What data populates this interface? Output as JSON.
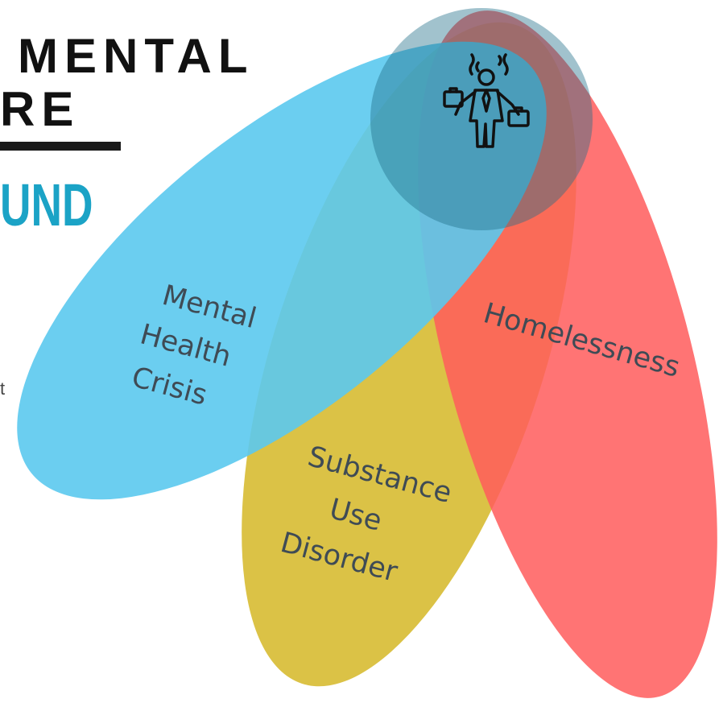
{
  "heading": {
    "line1": "MENTAL",
    "line2": "RE"
  },
  "subheading": "UND",
  "stray_text": "t",
  "diagram": {
    "labels": {
      "mental_health": [
        "Mental",
        "Health",
        "Crisis"
      ],
      "homelessness": [
        "Homelessness"
      ],
      "substance_use": [
        "Substance",
        "Use",
        "Disorder"
      ]
    },
    "colors": {
      "mental_health": "#5bc9ee",
      "substance_use": "#d9bf3c",
      "homelessness": "#ff5c5c",
      "center_circle": "#1e6e87"
    },
    "center_icon": "stressed-person-icon"
  }
}
